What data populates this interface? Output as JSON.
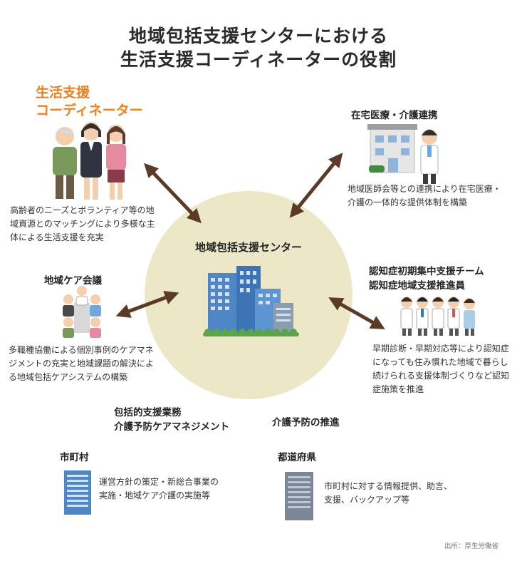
{
  "title": {
    "line1": "地域包括支援センターにおける",
    "line2": "生活支援コーディネーターの役割"
  },
  "coordinator": {
    "title_line1": "生活支援",
    "title_line2": "コーディネーター",
    "text": "高齢者のニーズとボランティア等の地域資源とのマッチングにより多様な主体による生活支援を充実"
  },
  "medical": {
    "title": "在宅医療・介護連携",
    "text": "地域医師会等との連携により在宅医療・介護の一体的な提供体制を構築"
  },
  "center": {
    "label": "地域包括支援センター"
  },
  "care_meeting": {
    "title": "地域ケア会議",
    "text": "多職種協働による個別事例のケアマネジメントの充実と地域課題の解決による地域包括ケアシステムの構築"
  },
  "dementia": {
    "title_line1": "認知症初期集中支援チーム",
    "title_line2": "認知症地域支援推進員",
    "text": "早期診断・早期対応等により認知症になっても住み慣れた地域で暮らし続けられる支援体制づくりなど認知症施策を推進"
  },
  "support_work": {
    "line1": "包括的支援業務",
    "line2": "介護予防ケアマネジメント"
  },
  "prevention": {
    "label": "介護予防の推進"
  },
  "municipality": {
    "title": "市町村",
    "text": "運営方針の策定・新総合事業の実施・地域ケア介護の実施等"
  },
  "prefecture": {
    "title": "都道府県",
    "text": "市町村に対する情報提供、助言、支援、バックアップ等"
  },
  "credit": "出所：厚生労働省",
  "colors": {
    "accent_orange": "#f07f1f",
    "circle_beige": "#ece7c7",
    "arrow_brown": "#5b3b28",
    "building_blue": "#4f86c6"
  }
}
